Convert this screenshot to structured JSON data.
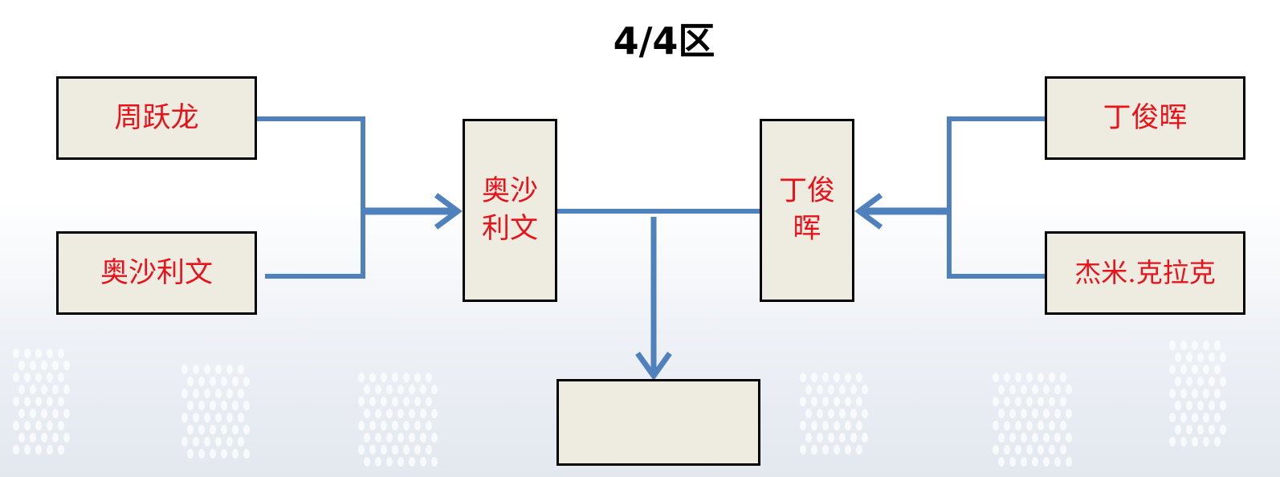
{
  "title": "4/4区",
  "bracket": {
    "left_round1": [
      "周跃龙",
      "奥沙利文"
    ],
    "left_winner": "奥沙利文",
    "right_round1": [
      "丁俊晖",
      "杰米.克拉克"
    ],
    "right_winner": "丁俊晖",
    "final_winner": ""
  },
  "colors": {
    "box_fill": "#eeece1",
    "box_border": "#000000",
    "name_text": "#e8121b",
    "connector": "#4f81bd"
  }
}
